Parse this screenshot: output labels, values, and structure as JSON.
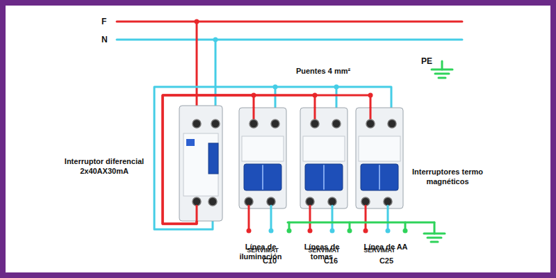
{
  "diagram": {
    "nodes": [
      {
        "text": [
          "SERVIMAT"
        ]
      },
      {
        "text": [
          "SERVIMAT",
          "C10"
        ]
      },
      {
        "text": [
          "SERVIMAT",
          "C16"
        ]
      },
      {
        "text": [
          "SERVIMAT",
          "C25"
        ]
      }
    ],
    "edges": [
      {
        "from": 0,
        "to": 1,
        "arrow": "none"
      },
      {
        "from": 0,
        "to": 2,
        "arrow": "none"
      },
      {
        "from": 0,
        "to": 3,
        "arrow": "none"
      }
    ],
    "labels": [
      "F",
      "N",
      "PE",
      "Puentes 4 mm²",
      "Interruptor diferencial 2x40AX30mA",
      "Interruptores termo magnéticos",
      "Línea de iluminación",
      "Líneas de tomas",
      "Línea de AA"
    ]
  }
}
